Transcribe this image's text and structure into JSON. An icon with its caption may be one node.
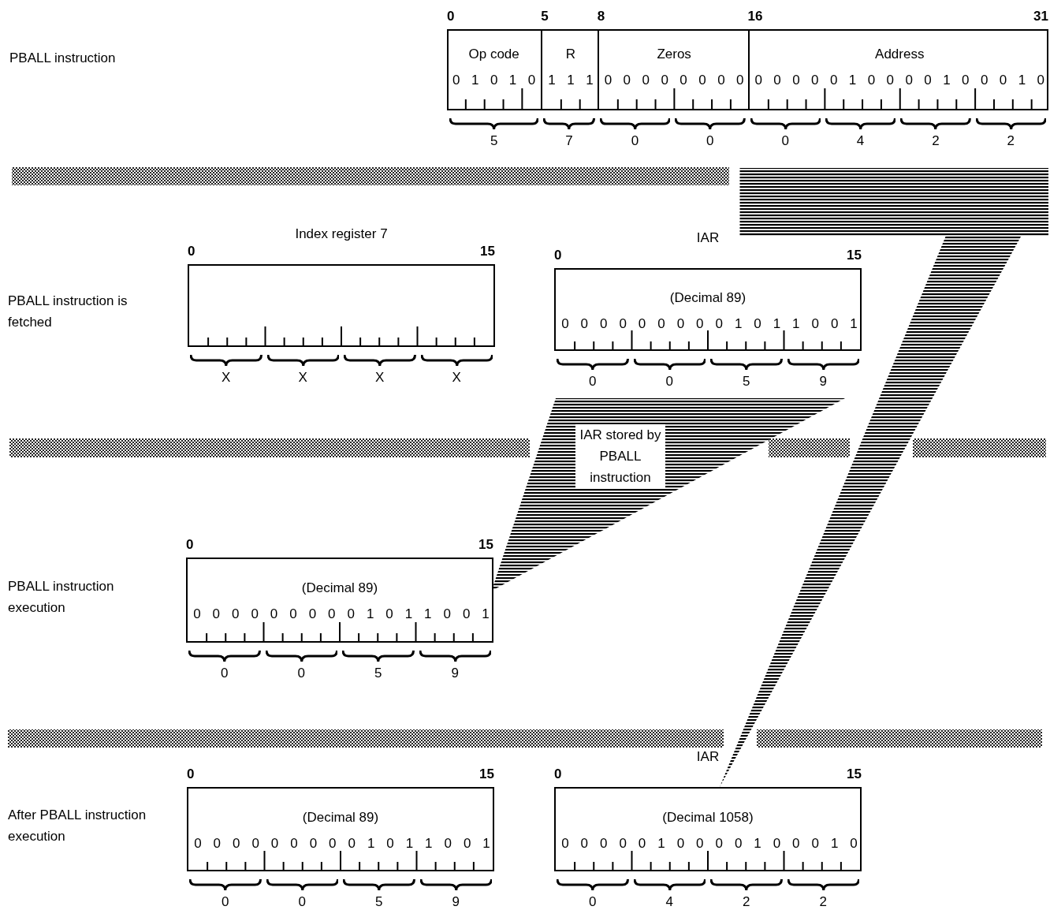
{
  "diagram": {
    "nodes": [
      {
        "text": [],
        "shape": "box",
        "beside": [
          "0",
          "5",
          "8",
          "16",
          "31"
        ]
      },
      {
        "text": [
          "Op code",
          "0 1 0 1 0"
        ],
        "in": 0,
        "beside": [
          "5"
        ]
      },
      {
        "text": [
          "R",
          "1 1 1"
        ],
        "in": 0,
        "beside": [
          "7"
        ]
      },
      {
        "text": [
          "Zeros",
          "0 0 0 0 0 0 0 0"
        ],
        "in": 0,
        "beside": [
          "0",
          "0"
        ]
      },
      {
        "text": [
          "Address",
          "0 0 0 0 0 1 0 0 0 0 1 0 0 0 1 0"
        ],
        "in": 0,
        "beside": [
          "0",
          "4",
          "2",
          "2"
        ]
      },
      {
        "text": [
          "Index register 7"
        ],
        "beside": [
          "0",
          "15",
          "X",
          "X",
          "X",
          "X"
        ]
      },
      {
        "text": [
          "IAR",
          "(Decimal 89)",
          "0 0 0 0 0 0 0 0 0 1 0 1 1 0 0 1"
        ],
        "beside": [
          "0",
          "15",
          "0",
          "0",
          "5",
          "9"
        ]
      },
      {
        "text": [
          "(Decimal 89)",
          "0 0 0 0 0 0 0 0 0 1 0 1 1 0 0 1"
        ],
        "beside": [
          "0",
          "15",
          "0",
          "0",
          "5",
          "9"
        ]
      },
      {
        "text": [
          "(Decimal 89)",
          "0 0 0 0 0 0 0 0 0 1 0 1 1 0 0 1"
        ],
        "beside": [
          "0",
          "15",
          "0",
          "0",
          "5",
          "9"
        ]
      },
      {
        "text": [
          "IAR",
          "(Decimal 1058)",
          "0 0 0 0 0 1 0 0 0 0 1 0 0 0 1 0"
        ],
        "beside": [
          "0",
          "15",
          "0",
          "4",
          "2",
          "2"
        ]
      }
    ],
    "edges": [
      {
        "from": 4,
        "to": 9,
        "arrow": "none"
      },
      {
        "from": 6,
        "to": 7,
        "arrow": "none",
        "label": "IAR stored by PBALL instruction"
      }
    ],
    "labels": [
      "PBALL instruction",
      "PBALL instruction is fetched",
      "PBALL instruction execution",
      "After PBALL instruction execution"
    ]
  }
}
